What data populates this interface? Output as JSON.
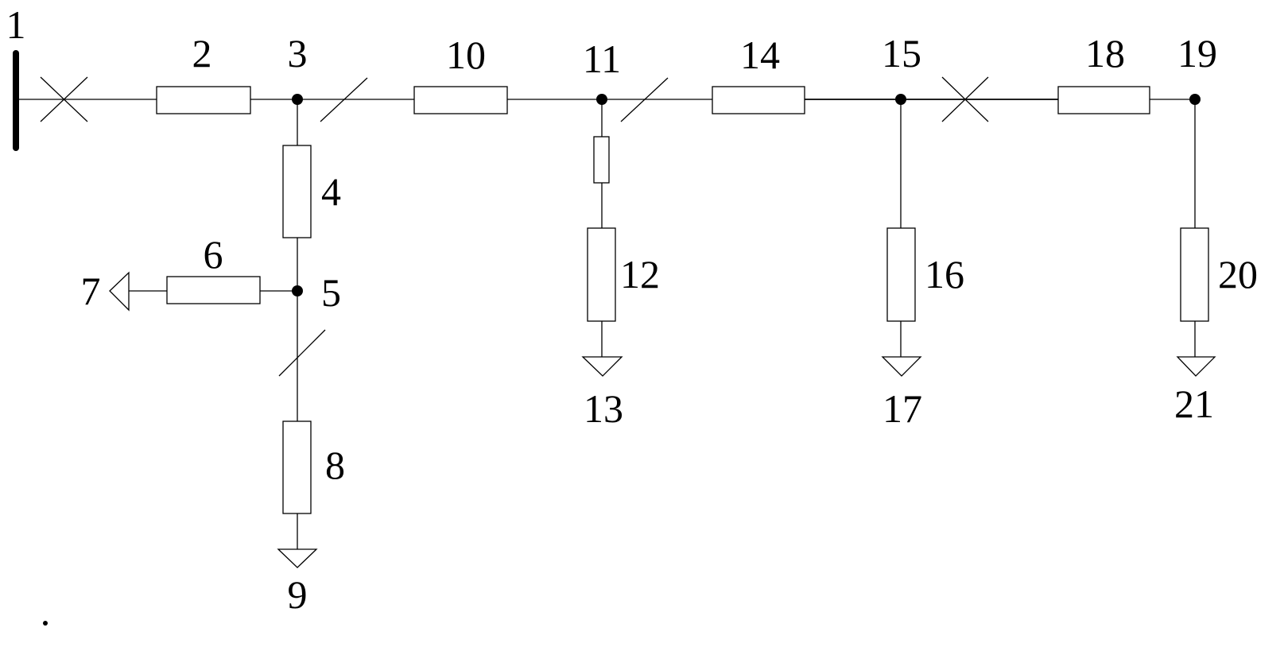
{
  "diagram": {
    "type": "single-line electrical network diagram",
    "colors": {
      "line": "#000000",
      "background": "#ffffff"
    },
    "labels": {
      "n1": "1",
      "n2": "2",
      "n3": "3",
      "n4": "4",
      "n5": "5",
      "n6": "6",
      "n7": "7",
      "n8": "8",
      "n9": "9",
      "n10": "10",
      "n11": "11",
      "n12": "12",
      "n13": "13",
      "n14": "14",
      "n15": "15",
      "n16": "16",
      "n17": "17",
      "n18": "18",
      "n19": "19",
      "n20": "20",
      "n21": "21"
    },
    "components": [
      {
        "id": "1",
        "kind": "bus-bar"
      },
      {
        "id": "2",
        "kind": "impedance"
      },
      {
        "id": "3",
        "kind": "node"
      },
      {
        "id": "4",
        "kind": "impedance"
      },
      {
        "id": "5",
        "kind": "node"
      },
      {
        "id": "6",
        "kind": "impedance"
      },
      {
        "id": "7",
        "kind": "terminal"
      },
      {
        "id": "8",
        "kind": "impedance"
      },
      {
        "id": "9",
        "kind": "ground"
      },
      {
        "id": "10",
        "kind": "impedance"
      },
      {
        "id": "11",
        "kind": "node"
      },
      {
        "id": "12",
        "kind": "impedance"
      },
      {
        "id": "13",
        "kind": "ground"
      },
      {
        "id": "14",
        "kind": "impedance"
      },
      {
        "id": "15",
        "kind": "node"
      },
      {
        "id": "16",
        "kind": "impedance"
      },
      {
        "id": "17",
        "kind": "ground"
      },
      {
        "id": "18",
        "kind": "impedance"
      },
      {
        "id": "19",
        "kind": "node"
      },
      {
        "id": "20",
        "kind": "impedance"
      },
      {
        "id": "21",
        "kind": "ground"
      }
    ]
  }
}
